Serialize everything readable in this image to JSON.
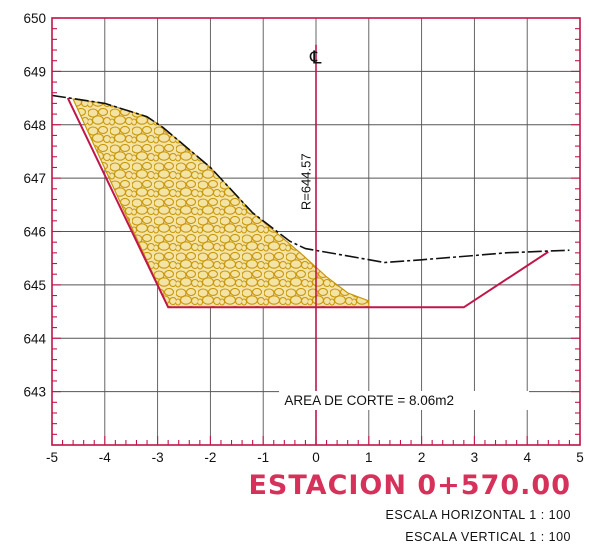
{
  "section": {
    "x_range": [
      -5,
      5
    ],
    "y_range": [
      642,
      650
    ],
    "x_ticks": [
      "-5",
      "-4",
      "-3",
      "-2",
      "-1",
      "0",
      "1",
      "2",
      "3",
      "4",
      "5"
    ],
    "y_ticks": [
      "650",
      "649",
      "648",
      "647",
      "646",
      "645",
      "644",
      "643"
    ],
    "centerline_symbol": "℄",
    "rasante_label": "R=644.57",
    "area_label": "AREA DE CORTE = 8.06m2",
    "colors": {
      "grid": "#555555",
      "frame": "#c0164a",
      "template": "#c0164a",
      "fill_stroke": "#c8960a",
      "fill_bg": "#f3e4a6",
      "terrain": "#111111",
      "title": "#d6315a"
    },
    "template_points": [
      [
        -4.7,
        648.5
      ],
      [
        -2.8,
        644.58
      ],
      [
        2.8,
        644.58
      ],
      [
        4.4,
        645.62
      ]
    ],
    "terrain_points": [
      [
        -5.0,
        648.55
      ],
      [
        -4.0,
        648.4
      ],
      [
        -3.2,
        648.15
      ],
      [
        -2.9,
        647.95
      ],
      [
        -2.0,
        647.2
      ],
      [
        -1.2,
        646.35
      ],
      [
        -0.5,
        645.82
      ],
      [
        -0.2,
        645.68
      ],
      [
        0.5,
        645.56
      ],
      [
        1.3,
        645.42
      ],
      [
        2.0,
        645.47
      ],
      [
        3.0,
        645.55
      ],
      [
        3.6,
        645.6
      ],
      [
        4.8,
        645.65
      ]
    ],
    "cut_area_polygon": [
      [
        -4.6,
        648.48
      ],
      [
        -4.0,
        648.4
      ],
      [
        -3.2,
        648.15
      ],
      [
        -2.9,
        647.95
      ],
      [
        -2.0,
        647.2
      ],
      [
        -1.2,
        646.35
      ],
      [
        -0.3,
        645.6
      ],
      [
        0.2,
        645.15
      ],
      [
        0.6,
        644.85
      ],
      [
        1.0,
        644.7
      ],
      [
        1.0,
        644.58
      ],
      [
        -2.8,
        644.58
      ]
    ]
  },
  "title": "ESTACION 0+570.00",
  "scale_horizontal": "ESCALA HORIZONTAL 1 : 100",
  "scale_vertical": "ESCALA VERTICAL 1 : 100"
}
